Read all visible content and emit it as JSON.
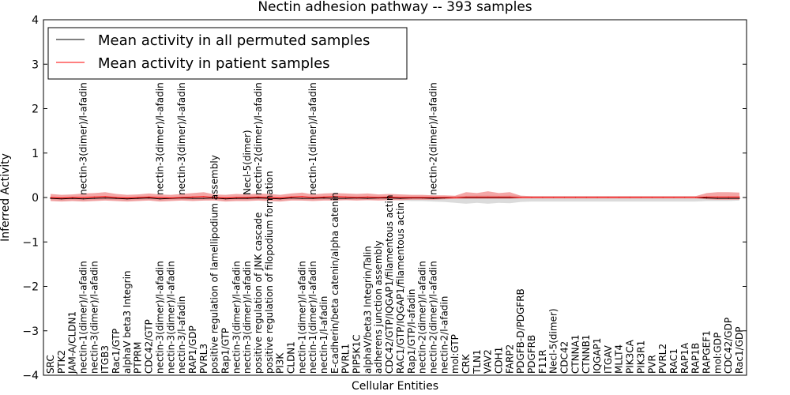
{
  "chart_data": {
    "type": "line",
    "title": "Nectin adhesion pathway -- 393 samples",
    "xlabel": "Cellular Entities",
    "ylabel": "Inferred Activity",
    "ylim": [
      -4,
      4
    ],
    "yticks": [
      "−4",
      "−3",
      "−2",
      "−1",
      "0",
      "1",
      "2",
      "3",
      "4"
    ],
    "grid": false,
    "legend_position": "top-left",
    "categories": [
      "SRC",
      "PTK2",
      "JAM-A/CLDN1",
      "nectin-1(dimer)/l-afadin",
      "nectin-3(dimer)/l-afadin",
      "ITGB3",
      "Rac1/GTP",
      "alphaV beta3 Integrin",
      "PTPRM",
      "CDC42/GTP",
      "nectin-3(dimer)/l-afadin",
      "nectin-3(dimer)/l-afadin",
      "nectin-3/l-afadin",
      "RAP1/GDP",
      "PVRL3",
      "positive regulation of lamellipodium assembly",
      "Rap1/GTP",
      "nectin-3(dimer)/l-afadin",
      "nectin-3(dimer)/l-afadin",
      "positive regulation of JNK cascade",
      "positive regulation of filopodium formation",
      "PI3K",
      "CLDN1",
      "nectin-1(dimer)/l-afadin",
      "nectin-1(dimer)/l-afadin",
      "nectin-1/l-afadin",
      "E-cadherin/beta catenin/alpha catenin",
      "PVRL1",
      "PIP5K1C",
      "alphaV/beta3 Integrin/Talin",
      "adherens junction assembly",
      "CDC42/GTP/IQGAP1/filamentous actin",
      "RAC1/GTP/IQGAP1/filamentous actin",
      "Rap1/GTP/l-afadin",
      "nectin-2(dimer)/l-afadin",
      "nectin-2(dimer)/l-afadin",
      "nectin-2/l-afadin",
      "mol:GTP",
      "CRK",
      "TLN1",
      "VAV2",
      "CDH1",
      "FARP2",
      "PDGFB-D/PDGFRB",
      "PDGFRB",
      "F11R",
      "Necl-5(dimer)",
      "CDC42",
      "CTNNA1",
      "CTNNB1",
      "IQGAP1",
      "ITGAV",
      "MLLT4",
      "PIK3CA",
      "PIK3R1",
      "PVR",
      "PVRL2",
      "RAC1",
      "RAP1A",
      "RAP1B",
      "RAPGEF1",
      "mol:GDP",
      "CDC42/GDP",
      "Rac1/GDP"
    ],
    "upper_labels": [
      {
        "index": 3,
        "text": "nectin-3(dimer)/l-afadin"
      },
      {
        "index": 10,
        "text": "nectin-3(dimer)/l-afadin"
      },
      {
        "index": 12,
        "text": "nectin-3(dimer)/l-afadin"
      },
      {
        "index": 18,
        "text": "Necl-5(dimer)"
      },
      {
        "index": 19,
        "text": "nectin-2(dimer)/l-afadin"
      },
      {
        "index": 24,
        "text": "nectin-1(dimer)/l-afadin"
      },
      {
        "index": 35,
        "text": "nectin-2(dimer)/l-afadin"
      }
    ],
    "series": [
      {
        "name": "Mean activity in all permuted samples",
        "color": "#000000",
        "values": [
          -0.02,
          -0.03,
          -0.02,
          -0.03,
          -0.02,
          -0.01,
          -0.02,
          -0.03,
          -0.02,
          -0.01,
          -0.03,
          -0.02,
          -0.01,
          -0.02,
          -0.02,
          -0.01,
          -0.03,
          -0.02,
          -0.02,
          -0.01,
          -0.02,
          -0.03,
          -0.01,
          -0.02,
          -0.02,
          -0.01,
          -0.02,
          -0.02,
          -0.01,
          -0.02,
          -0.01,
          -0.01,
          -0.02,
          -0.01,
          -0.01,
          -0.02,
          -0.01,
          0.0,
          0.0,
          0.0,
          0.0,
          0.0,
          0.0,
          0.0,
          0.0,
          0.0,
          0.0,
          0.0,
          0.0,
          0.0,
          0.0,
          0.0,
          0.0,
          0.0,
          0.0,
          0.0,
          0.0,
          0.0,
          0.0,
          0.0,
          -0.01,
          -0.02,
          -0.02,
          -0.02
        ],
        "band_upper": [
          0.02,
          0.01,
          0.02,
          0.01,
          0.02,
          0.02,
          0.01,
          0.01,
          0.02,
          0.02,
          0.01,
          0.02,
          0.02,
          0.01,
          0.01,
          0.02,
          0.01,
          0.01,
          0.02,
          0.02,
          0.01,
          0.01,
          0.02,
          0.01,
          0.01,
          0.02,
          0.01,
          0.02,
          0.02,
          0.01,
          0.02,
          0.02,
          0.01,
          0.02,
          0.02,
          0.01,
          0.02,
          0.03,
          0.04,
          0.05,
          0.05,
          0.04,
          0.05,
          0.04,
          0.03,
          0.03,
          0.03,
          0.03,
          0.03,
          0.03,
          0.03,
          0.03,
          0.03,
          0.03,
          0.03,
          0.03,
          0.03,
          0.03,
          0.03,
          0.03,
          0.02,
          0.02,
          0.02,
          0.02
        ],
        "band_lower": [
          -0.06,
          -0.07,
          -0.06,
          -0.07,
          -0.06,
          -0.05,
          -0.06,
          -0.07,
          -0.06,
          -0.05,
          -0.07,
          -0.06,
          -0.05,
          -0.06,
          -0.06,
          -0.05,
          -0.07,
          -0.06,
          -0.06,
          -0.05,
          -0.06,
          -0.07,
          -0.05,
          -0.06,
          -0.06,
          -0.05,
          -0.06,
          -0.06,
          -0.05,
          -0.06,
          -0.05,
          -0.06,
          -0.07,
          -0.08,
          -0.08,
          -0.09,
          -0.1,
          -0.12,
          -0.14,
          -0.12,
          -0.14,
          -0.12,
          -0.13,
          -0.1,
          -0.09,
          -0.09,
          -0.09,
          -0.09,
          -0.09,
          -0.09,
          -0.09,
          -0.09,
          -0.09,
          -0.09,
          -0.09,
          -0.09,
          -0.09,
          -0.09,
          -0.09,
          -0.09,
          -0.08,
          -0.08,
          -0.08,
          -0.07
        ]
      },
      {
        "name": "Mean activity in patient samples",
        "color": "#ff0000",
        "values": [
          0.0,
          -0.01,
          0.0,
          0.0,
          0.01,
          0.02,
          0.0,
          -0.01,
          0.0,
          0.01,
          0.0,
          -0.01,
          0.0,
          0.01,
          0.02,
          0.0,
          -0.01,
          0.0,
          0.0,
          0.01,
          0.0,
          -0.01,
          0.01,
          0.02,
          0.0,
          0.01,
          0.02,
          0.01,
          0.0,
          0.01,
          0.0,
          0.01,
          0.0,
          0.0,
          0.0,
          0.0,
          0.0,
          0.0,
          0.01,
          0.01,
          0.01,
          0.01,
          0.01,
          0.0,
          0.0,
          0.0,
          0.0,
          0.0,
          0.0,
          0.0,
          0.0,
          0.0,
          0.0,
          0.0,
          0.0,
          0.0,
          0.0,
          0.0,
          0.0,
          0.0,
          0.01,
          0.01,
          0.01,
          0.01
        ],
        "band_upper": [
          0.08,
          0.06,
          0.07,
          0.09,
          0.1,
          0.12,
          0.08,
          0.06,
          0.07,
          0.09,
          0.07,
          0.06,
          0.08,
          0.1,
          0.12,
          0.07,
          0.06,
          0.08,
          0.07,
          0.09,
          0.08,
          0.06,
          0.09,
          0.11,
          0.07,
          0.09,
          0.1,
          0.09,
          0.08,
          0.09,
          0.07,
          0.08,
          0.07,
          0.06,
          0.06,
          0.05,
          0.05,
          0.04,
          0.12,
          0.1,
          0.14,
          0.1,
          0.12,
          0.04,
          0.03,
          0.03,
          0.03,
          0.03,
          0.03,
          0.03,
          0.03,
          0.03,
          0.03,
          0.03,
          0.03,
          0.03,
          0.03,
          0.03,
          0.03,
          0.03,
          0.1,
          0.12,
          0.12,
          0.11
        ],
        "band_lower": [
          -0.08,
          -0.09,
          -0.08,
          -0.09,
          -0.08,
          -0.07,
          -0.08,
          -0.09,
          -0.08,
          -0.07,
          -0.09,
          -0.08,
          -0.07,
          -0.08,
          -0.07,
          -0.07,
          -0.09,
          -0.08,
          -0.08,
          -0.07,
          -0.08,
          -0.09,
          -0.07,
          -0.07,
          -0.08,
          -0.07,
          -0.07,
          -0.06,
          -0.07,
          -0.06,
          -0.07,
          -0.06,
          -0.06,
          -0.05,
          -0.05,
          -0.05,
          -0.04,
          -0.03,
          -0.03,
          -0.03,
          -0.03,
          -0.03,
          -0.03,
          -0.02,
          -0.02,
          -0.02,
          -0.02,
          -0.02,
          -0.02,
          -0.02,
          -0.02,
          -0.02,
          -0.02,
          -0.02,
          -0.02,
          -0.02,
          -0.02,
          -0.02,
          -0.02,
          -0.02,
          -0.04,
          -0.05,
          -0.05,
          -0.05
        ]
      }
    ]
  }
}
